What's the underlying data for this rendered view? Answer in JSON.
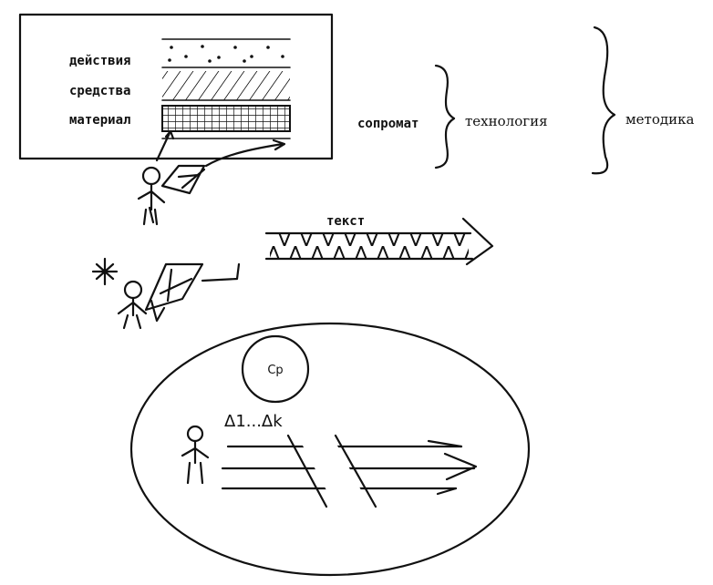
{
  "labels": {
    "actions": "действия",
    "means": "средства",
    "material": "материал",
    "sopromat": "сопромат",
    "technology": "технология",
    "methodology": "методика",
    "text": "текст",
    "circle": "Ср",
    "deltas": "Δ1...Δk"
  },
  "icons": [
    "stick-figure",
    "asterisk",
    "parallelogram",
    "arrow",
    "brace"
  ]
}
